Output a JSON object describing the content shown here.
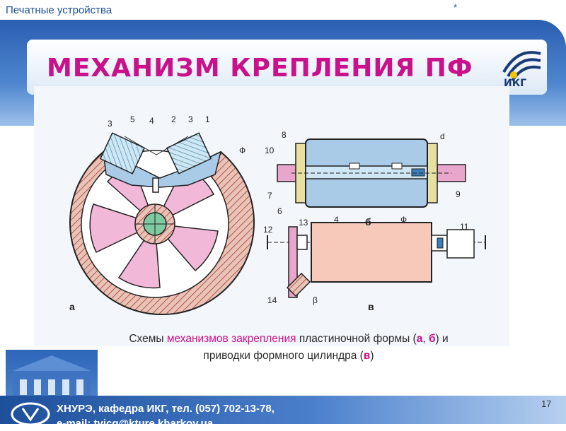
{
  "header": {
    "section": "Печатные устройства",
    "star": "*"
  },
  "slide": {
    "title": "МЕХАНИЗМ КРЕПЛЕНИЯ  ПФ",
    "logo_text": "ИКГ"
  },
  "figure": {
    "labels_a": [
      "3",
      "5",
      "4",
      "2",
      "3",
      "1",
      "Ф",
      "а"
    ],
    "labels_b": [
      "8",
      "d",
      "10",
      "7",
      "6",
      "4",
      "б",
      "9"
    ],
    "labels_c": [
      "12",
      "13",
      "Ф",
      "11",
      "14",
      "β",
      "в"
    ]
  },
  "caption": {
    "part1": "Схемы ",
    "part2": "механизмов закрепления",
    "part3": " пластиночной формы (",
    "a": "а",
    "comma": ", ",
    "b": "б",
    "part4": ") и",
    "part5": "приводки формного цилиндра (",
    "v": "в",
    "part6": ")"
  },
  "footer": {
    "line1": "ХНУРЭ,  кафедра ИКГ, тел. (057) 702-13-78,",
    "line2": "e-mail: tvicg@kture.kharkov.ua",
    "page_number": "17"
  },
  "colors": {
    "accent": "#c8118a",
    "brand_blue": "#1e4f9a"
  }
}
